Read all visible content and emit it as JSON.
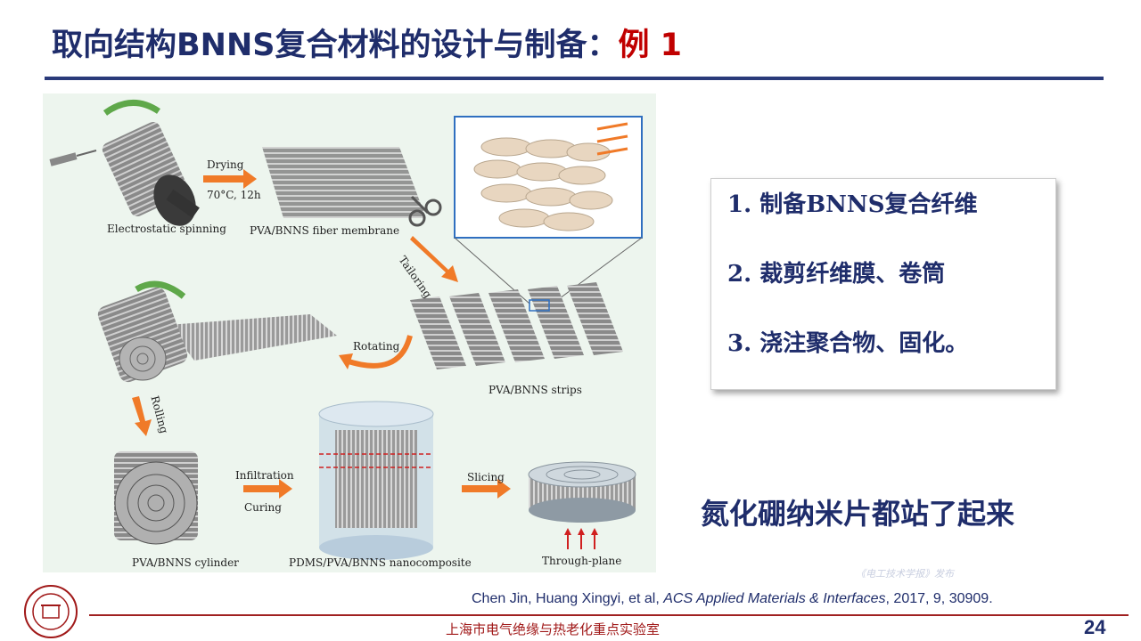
{
  "slide": {
    "title_main": "取向结构BNNS复合材料的设计与制备：",
    "title_example": "例 1",
    "page_number": "24",
    "footer_lab": "上海市电气绝缘与热老化重点实验室",
    "watermark": "《电工技术学报》发布"
  },
  "figure": {
    "labels": {
      "electrospinning": "Electrostatic spinning",
      "drying": "Drying",
      "drying_cond": "70°C, 12h",
      "membrane": "PVA/BNNS fiber membrane",
      "tailoring": "Tailoring",
      "strips": "PVA/BNNS strips",
      "rotating": "Rotating",
      "rolling": "Rolling",
      "cylinder": "PVA/BNNS cylinder",
      "infiltration": "Infiltration",
      "curing": "Curing",
      "nanocomposite": "PDMS/PVA/BNNS nanocomposite",
      "slicing": "Slicing",
      "through_plane": "Through-plane"
    },
    "colors": {
      "arrow": "#f07a28",
      "inset_border": "#2f6fc0"
    }
  },
  "steps": [
    "1. 制备BNNS复合纤维",
    "2. 裁剪纤维膜、卷筒",
    "3. 浇注聚合物、固化。"
  ],
  "tagline": "氮化硼纳米片都站了起来",
  "citation": {
    "authors": "Chen Jin, Huang Xingyi, et al, ",
    "journal": "ACS Applied Materials & Interfaces",
    "details": ", 2017, 9, 30909."
  }
}
